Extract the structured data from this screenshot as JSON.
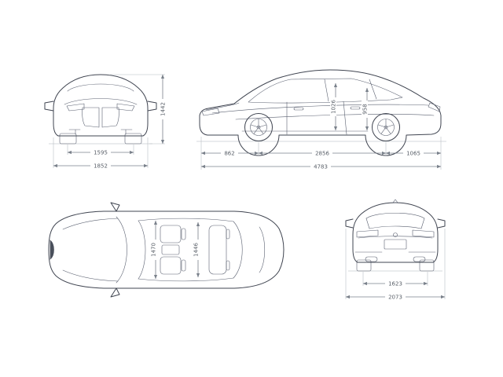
{
  "colors": {
    "background": "#ffffff",
    "car_line": "#3f4450",
    "dim_line": "#7a818b",
    "dim_text": "#5a6069"
  },
  "front_view": {
    "track_width": "1595",
    "overall_width": "1852",
    "overall_height": "1442"
  },
  "side_view": {
    "front_overhang": "862",
    "wheelbase": "2856",
    "rear_overhang": "1065",
    "overall_length": "4783",
    "front_interior_height": "1026",
    "rear_interior_height": "958"
  },
  "top_view": {
    "front_interior_width": "1470",
    "rear_interior_width": "1446"
  },
  "rear_view": {
    "track_width": "1623",
    "width_with_mirrors": "2073"
  }
}
